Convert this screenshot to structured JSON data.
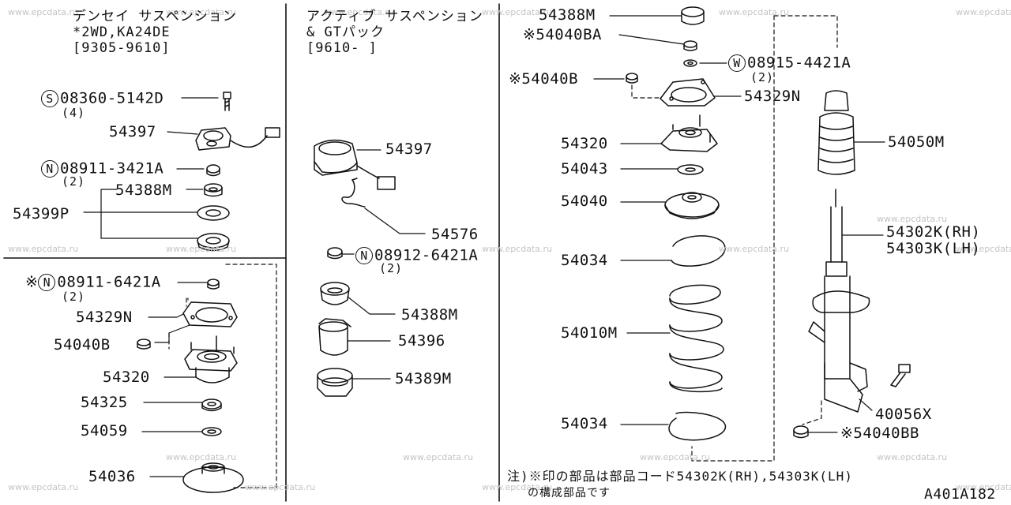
{
  "watermark": "www.epcdata.ru",
  "panels": {
    "left_top": {
      "header": [
        "デンセイ サスペンション",
        "*2WD,KA24DE",
        "[9305-9610]"
      ]
    },
    "middle": {
      "header": [
        "アクティブ サスペンション",
        "& GTパック",
        "[9610-      ]"
      ]
    }
  },
  "callouts": {
    "lt_bolt": {
      "prefix": "S",
      "code": "08360-5142D",
      "qty": "(4)"
    },
    "lt_actuator": "54397",
    "lt_nut": {
      "prefix": "N",
      "code": "08911-3421A",
      "qty": "(2)"
    },
    "lt_54388m": "54388M",
    "lt_54399p": "54399P",
    "lb_nut": {
      "mark": "※",
      "prefix": "N",
      "code": "08911-6421A",
      "qty": "(2)"
    },
    "lb_54329n": "54329N",
    "lb_54040b": "54040B",
    "lb_54320": "54320",
    "lb_54325": "54325",
    "lb_54059": "54059",
    "lb_54036": "54036",
    "m_54397": "54397",
    "m_54576": "54576",
    "m_nut": {
      "prefix": "N",
      "code": "08912-6421A",
      "qty": "(2)"
    },
    "m_54388m": "54388M",
    "m_54396": "54396",
    "m_54389m": "54389M",
    "r_54388m": "54388M",
    "r_54040ba": "※54040BA",
    "r_washer": {
      "prefix": "W",
      "code": "08915-4421A",
      "qty": "(2)"
    },
    "r_54040b": "※54040B",
    "r_54329n": "54329N",
    "r_54320": "54320",
    "r_54043": "54043",
    "r_54040": "54040",
    "r_54034a": "54034",
    "r_54010m": "54010M",
    "r_54034b": "54034",
    "r_54050m": "54050M",
    "r_54302k": "54302K(RH)",
    "r_54303k": "54303K(LH)",
    "r_40056x": "40056X",
    "r_54040bb": "※54040BB"
  },
  "footnote": {
    "line1": "注)※印の部品は部品コード54302K(RH),54303K(LH)",
    "line2": "の構成部品です"
  },
  "diagram_code": "A401A182"
}
